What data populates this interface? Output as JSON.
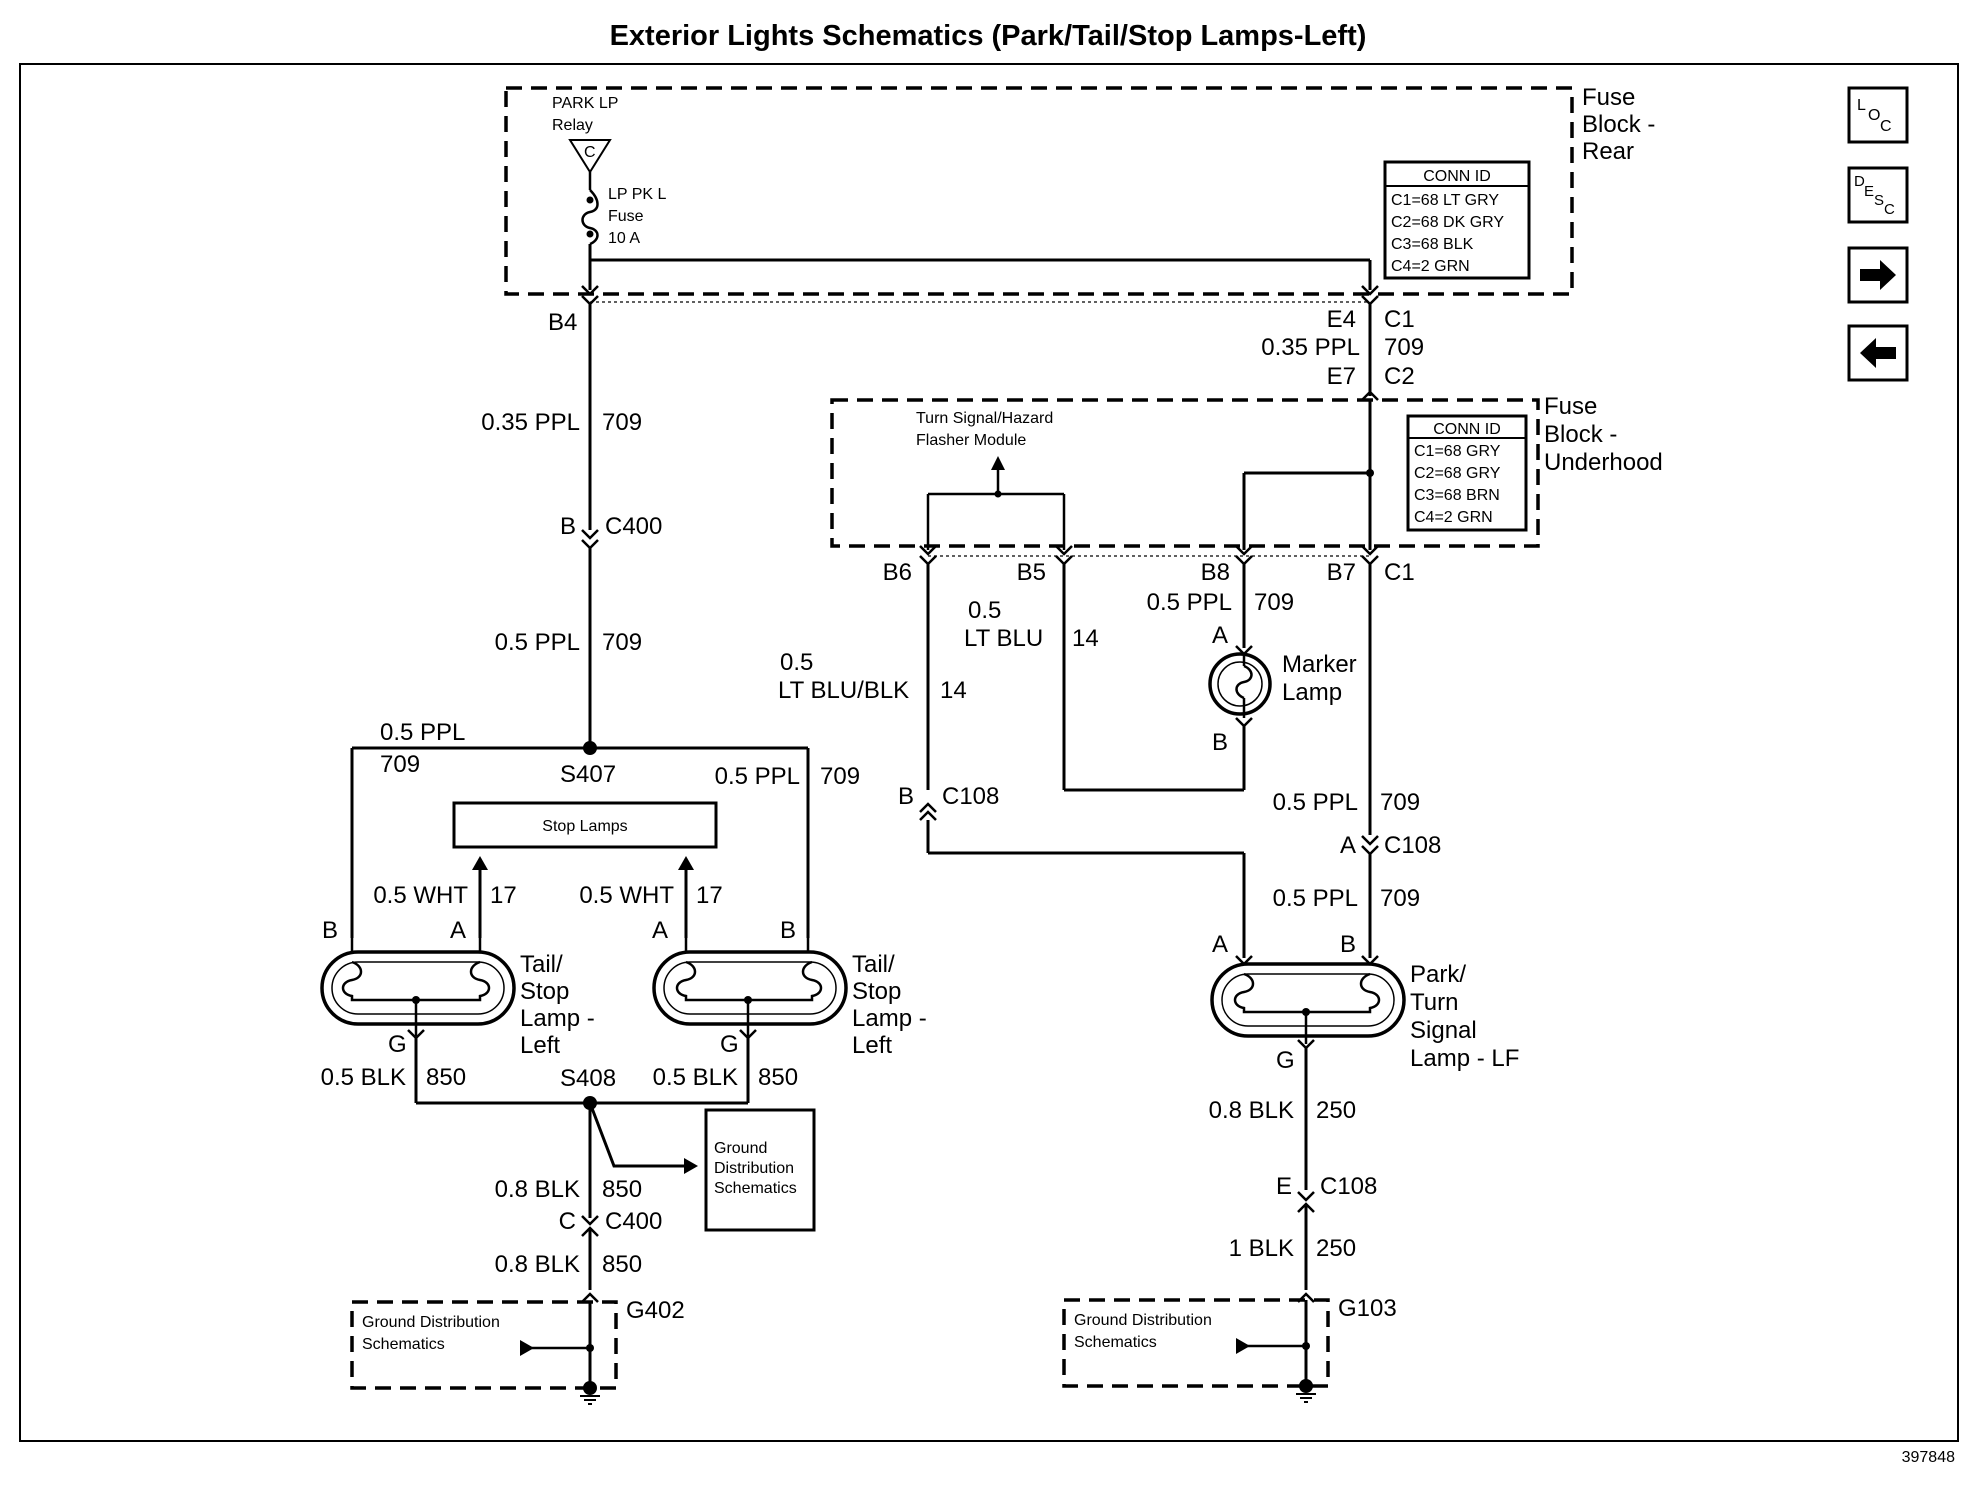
{
  "title": "Exterior Lights Schematics (Park/Tail/Stop Lamps-Left)",
  "figure_id": "397848",
  "nav": {
    "loc_icon": "LOC",
    "desc_icon": "DESC",
    "next_icon": "arrow-right",
    "prev_icon": "arrow-left"
  },
  "fuse_block_rear": {
    "name_lines": [
      "Fuse",
      "Block -",
      "Rear"
    ],
    "relay_lines": [
      "PARK LP",
      "Relay"
    ],
    "relay_pin": "C",
    "fuse_lines": [
      "LP PK L",
      "Fuse",
      "10 A"
    ],
    "conn_id": {
      "header": "CONN ID",
      "rows": [
        "C1=68 LT GRY",
        "C2=68 DK GRY",
        "C3=68 BLK",
        "C4=2 GRN"
      ]
    }
  },
  "fuse_block_underhood": {
    "name_lines": [
      "Fuse",
      "Block -",
      "Underhood"
    ],
    "module_lines": [
      "Turn Signal/Hazard",
      "Flasher Module"
    ],
    "conn_id": {
      "header": "CONN ID",
      "rows": [
        "C1=68 GRY",
        "C2=68 GRY",
        "C3=68 BRN",
        "C4=2 GRN"
      ]
    }
  },
  "labels": {
    "b4": "B4",
    "e4": "E4",
    "c1_top": "C1",
    "wire_035ppl_right": "0.35 PPL",
    "ckt_709_right": "709",
    "e7": "E7",
    "c2": "C2",
    "wire_035ppl_left": "0.35 PPL",
    "ckt_709_left": "709",
    "pin_b_c400": "B",
    "c400_top": "C400",
    "wire_05ppl_main": "0.5 PPL",
    "ckt_709_main": "709",
    "wire_05ppl_splice": "0.5 PPL",
    "ckt_709_splice": "709",
    "s407": "S407",
    "wire_05ppl_rtail": "0.5 PPL",
    "ckt_709_rtail": "709",
    "stop_lamps": "Stop Lamps",
    "wire_05wht_1": "0.5 WHT",
    "ckt_17_1": "17",
    "wire_05wht_2": "0.5 WHT",
    "ckt_17_2": "17",
    "pin_b_lamp1": "B",
    "pin_a_lamp1": "A",
    "pin_a_lamp2": "A",
    "pin_b_lamp2": "B",
    "tail_stop_1": [
      "Tail/",
      "Stop",
      "Lamp -",
      "Left"
    ],
    "tail_stop_2": [
      "Tail/",
      "Stop",
      "Lamp -",
      "Left"
    ],
    "pin_g_1": "G",
    "pin_g_2": "G",
    "wire_05blk_1": "0.5 BLK",
    "ckt_850_1": "850",
    "wire_05blk_2": "0.5 BLK",
    "ckt_850_2": "850",
    "s408": "S408",
    "ground_dist_box": [
      "Ground",
      "Distribution",
      "Schematics"
    ],
    "wire_08blk_850a": "0.8 BLK",
    "ckt_850a": "850",
    "pin_c_c400": "C",
    "c400_bottom": "C400",
    "wire_08blk_850b": "0.8 BLK",
    "ckt_850b": "850",
    "g402": "G402",
    "ground_dist_left": [
      "Ground Distribution",
      "Schematics"
    ],
    "b6": "B6",
    "b5": "B5",
    "b8": "B8",
    "b7": "B7",
    "c1_mid": "C1",
    "wire_05_ltblu": [
      "0.5",
      "LT BLU"
    ],
    "ckt_14_a": "14",
    "wire_05_ltblublk": [
      "0.5",
      "LT BLU/BLK"
    ],
    "ckt_14_b": "14",
    "wire_05ppl_marker": "0.5 PPL",
    "ckt_709_marker": "709",
    "pin_a_marker": "A",
    "pin_b_marker": "B",
    "marker_lamp": [
      "Marker",
      "Lamp"
    ],
    "pin_b_c108": "B",
    "c108_b": "C108",
    "wire_05ppl_c108a": "0.5 PPL",
    "ckt_709_c108a": "709",
    "pin_a_c108": "A",
    "c108_a": "C108",
    "wire_05ppl_lf": "0.5 PPL",
    "ckt_709_lf": "709",
    "pin_a_lf": "A",
    "pin_b_lf": "B",
    "park_turn": [
      "Park/",
      "Turn",
      "Signal",
      "Lamp - LF"
    ],
    "pin_g_lf": "G",
    "wire_08blk_250": "0.8 BLK",
    "ckt_250a": "250",
    "pin_e_c108": "E",
    "c108_e": "C108",
    "wire_1blk_250": "1 BLK",
    "ckt_250b": "250",
    "g103": "G103",
    "ground_dist_right": [
      "Ground Distribution",
      "Schematics"
    ]
  }
}
